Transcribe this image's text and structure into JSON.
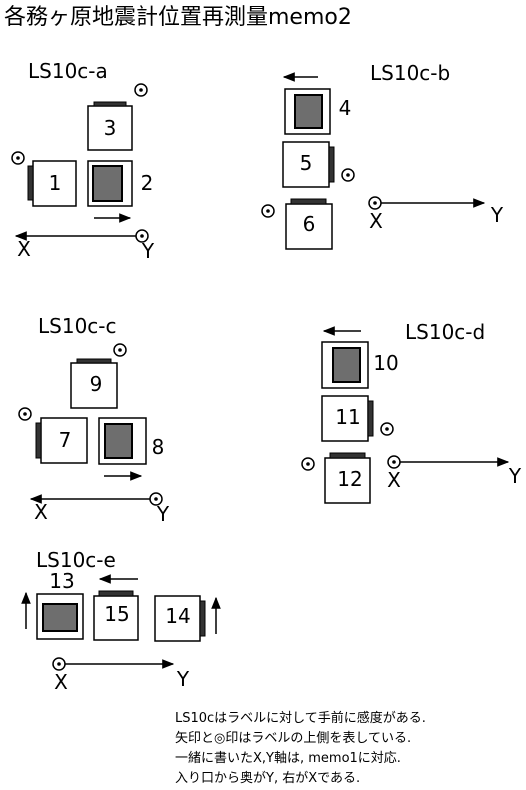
{
  "title": "各務ヶ原地震計位置再測量memo2",
  "groups": {
    "a": {
      "label": "LS10c-a",
      "boxes": [
        "1",
        "2",
        "3"
      ],
      "axis_x": "X",
      "axis_y": "Y"
    },
    "b": {
      "label": "LS10c-b",
      "boxes": [
        "4",
        "5",
        "6"
      ],
      "axis_x": "X",
      "axis_y": "Y"
    },
    "c": {
      "label": "LS10c-c",
      "boxes": [
        "7",
        "8",
        "9"
      ],
      "axis_x": "X",
      "axis_y": "Y"
    },
    "d": {
      "label": "LS10c-d",
      "boxes": [
        "10",
        "11",
        "12"
      ],
      "axis_x": "X",
      "axis_y": "Y"
    },
    "e": {
      "label": "LS10c-e",
      "boxes": [
        "13",
        "14",
        "15"
      ],
      "axis_x": "X",
      "axis_y": "Y"
    }
  },
  "notes": [
    "LS10cはラベルに対して手前に感度がある.",
    "矢印と◎印はラベルの上側を表している.",
    "一緒に書いたX,Y軸は, memo1に対応.",
    "入り口から奥がY, 右がXである."
  ],
  "colors": {
    "line": "#000000",
    "inner_fill": "#6e6e6e",
    "background": "#ffffff"
  }
}
